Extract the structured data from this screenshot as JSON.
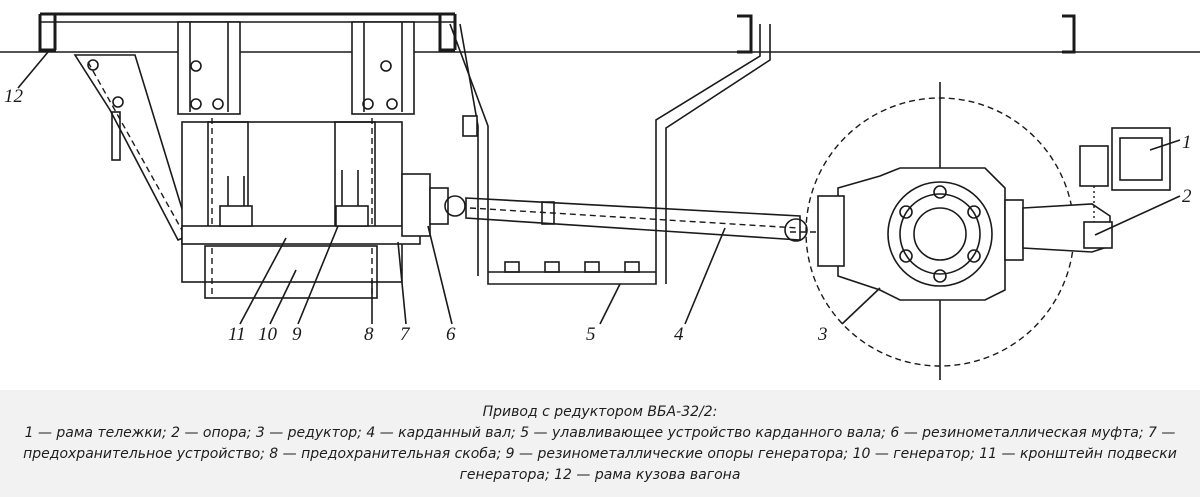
{
  "caption": {
    "title": "Привод с редуктором ВБА-32/2:",
    "body": "1 — рама тележки; 2 — опора; 3 — редуктор; 4 — карданный вал; 5 — улавливающее устройство карданного вала; 6 — резинометаллическая муфта; 7 — предохранительное устройство; 8 — предохранительная скоба; 9 — резинометаллические опоры генератора; 10 — генератор; 11 — кронштейн подвески генератора; 12 — рама кузова вагона"
  },
  "callouts": {
    "c1": "1",
    "c2": "2",
    "c3": "3",
    "c4": "4",
    "c5": "5",
    "c6": "6",
    "c7": "7",
    "c8": "8",
    "c9": "9",
    "c10": "10",
    "c11": "11",
    "c12": "12"
  }
}
